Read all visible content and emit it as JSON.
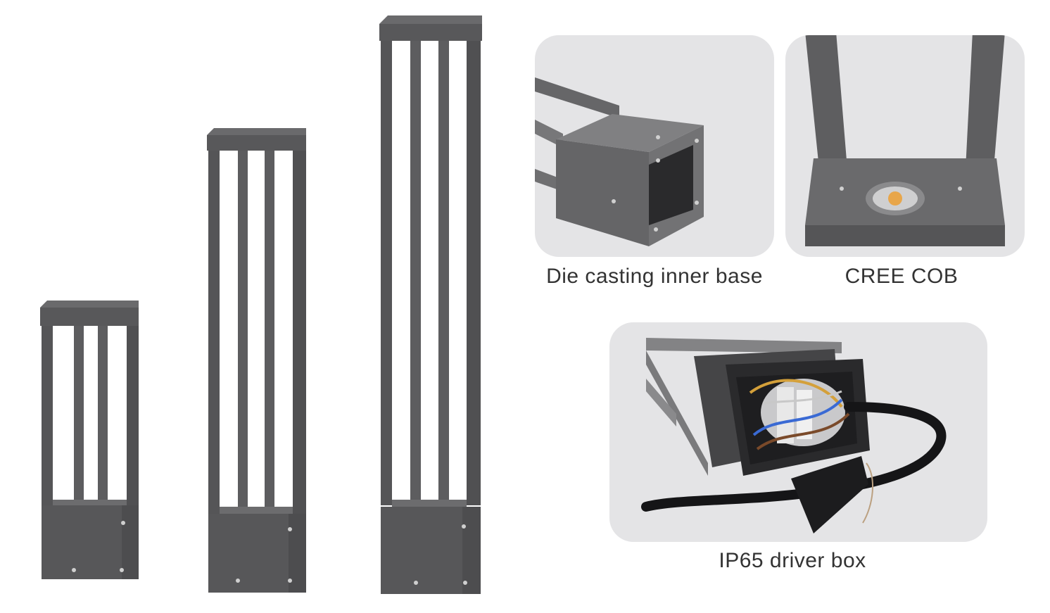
{
  "captions": {
    "inner_base": "Die casting inner base",
    "cob": "CREE COB",
    "driver_box": "IP65 driver box"
  },
  "colors": {
    "body_gray": "#5b5b5d",
    "body_dark": "#4a4a4c",
    "body_light": "#6e6e70",
    "card_bg": "#e4e4e6",
    "caption_text": "#333333"
  },
  "products": [
    {
      "name": "bollard-small"
    },
    {
      "name": "bollard-medium"
    },
    {
      "name": "bollard-tall"
    }
  ]
}
